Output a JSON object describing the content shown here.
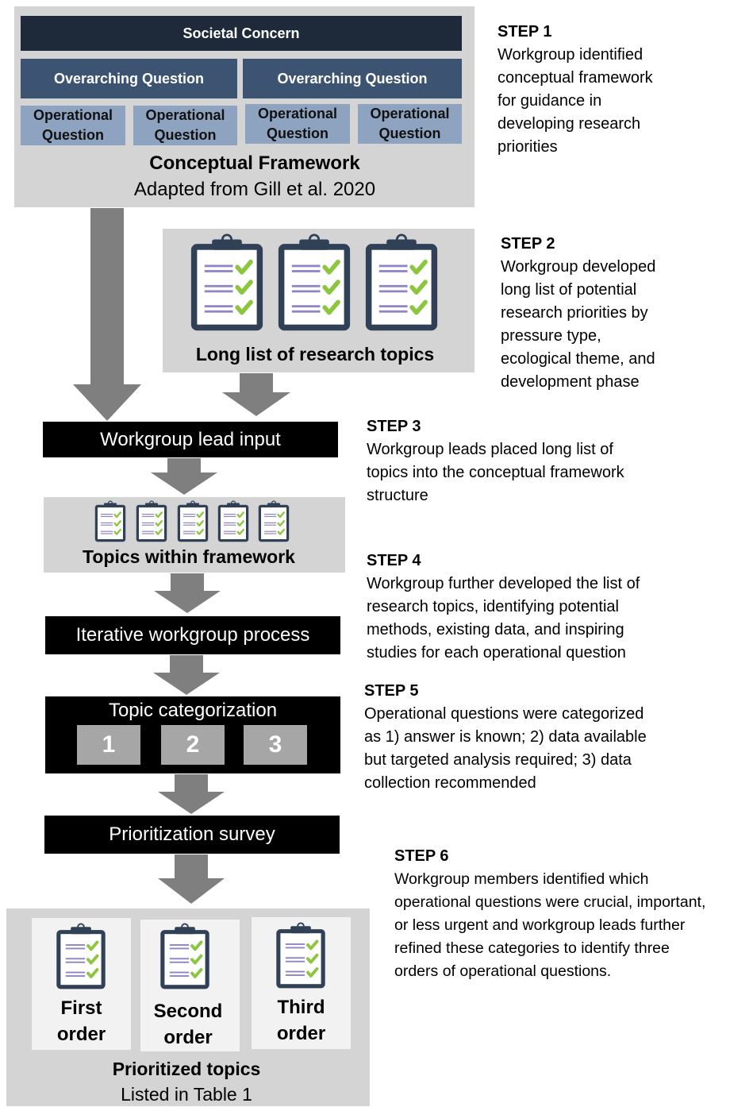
{
  "framework": {
    "societal_concern": "Societal Concern",
    "overarching": [
      "Overarching Question",
      "Overarching Question"
    ],
    "operational": [
      "Operational Question",
      "Operational Question",
      "Operational Question",
      "Operational Question"
    ],
    "title": "Conceptual Framework",
    "subtitle": "Adapted from Gill et al. 2020"
  },
  "long_list": {
    "label": "Long list of research topics"
  },
  "workgroup_lead": {
    "label": "Workgroup lead input"
  },
  "topics_within": {
    "label": "Topics within framework"
  },
  "iterative": {
    "label": "Iterative workgroup process"
  },
  "categorization": {
    "label": "Topic categorization",
    "categories": [
      "1",
      "2",
      "3"
    ]
  },
  "survey": {
    "label": "Prioritization survey"
  },
  "prioritized": {
    "orders": [
      "First\norder",
      "Second\norder",
      "Third\norder"
    ],
    "title": "Prioritized topics",
    "subtitle": "Listed in Table 1"
  },
  "steps": [
    {
      "title": "STEP 1",
      "text": "Workgroup identified\nconceptual framework\nfor guidance in\ndeveloping research\npriorities"
    },
    {
      "title": "STEP 2",
      "text": "Workgroup developed\nlong list of potential\nresearch priorities by\npressure type,\necological theme, and\ndevelopment phase"
    },
    {
      "title": "STEP 3",
      "text": "Workgroup leads placed long list of\ntopics into the conceptual framework\nstructure"
    },
    {
      "title": "STEP 4",
      "text": "Workgroup further developed the list of\nresearch topics, identifying potential\nmethods, existing data, and inspiring\nstudies for each operational question"
    },
    {
      "title": "STEP 5",
      "text": "Operational questions were categorized\nas 1) answer is known; 2) data available\nbut targeted analysis required; 3) data\ncollection recommended"
    },
    {
      "title": "STEP 6",
      "text": "Workgroup members identified which\noperational questions were crucial, important,\nor less urgent and workgroup leads further\nrefined these categories to identify three\norders of operational questions."
    }
  ],
  "colors": {
    "panel_gray": "#d4d4d4",
    "navy_dark": "#1e2a3a",
    "navy_mid": "#3c5372",
    "blue_light": "#8ea3c0",
    "arrow_gray": "#7f7f7f",
    "check_green": "#8cc63f",
    "line_purple": "#8e86c6"
  },
  "icons": {
    "clipboard": "clipboard-checklist-icon",
    "arrow": "arrow-down-icon"
  }
}
